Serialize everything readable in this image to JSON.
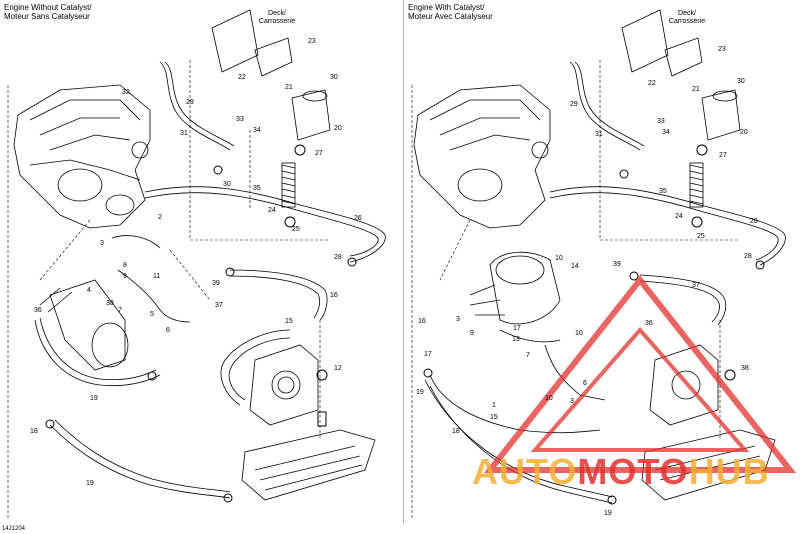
{
  "panels": [
    {
      "title": "Engine Without Catalyst/\nMoteur Sans Catalyseur"
    },
    {
      "title": "Engine With Catalyst/\nMoteur Avec Catalyseur"
    }
  ],
  "deck_label": "Deck/\nCarrosserie",
  "diagram_code": "14J1204",
  "watermark": {
    "part1": "AUTO",
    "part2": "MOTO",
    "part3": "HUB",
    "color1": "#f2b035",
    "color2": "#e2322e"
  },
  "left_callouts": [
    "23",
    "22",
    "21",
    "30",
    "29",
    "32",
    "31",
    "30",
    "33",
    "34",
    "20",
    "27",
    "35",
    "24",
    "25",
    "26",
    "28",
    "2",
    "3",
    "8",
    "9",
    "11",
    "4",
    "7",
    "5",
    "39",
    "37",
    "16",
    "36",
    "15",
    "6",
    "38",
    "12",
    "19",
    "18",
    "19"
  ],
  "right_callouts": [
    "23",
    "22",
    "21",
    "30",
    "29",
    "31",
    "33",
    "34",
    "20",
    "27",
    "35",
    "24",
    "25",
    "26",
    "28",
    "39",
    "37",
    "10",
    "14",
    "3",
    "17",
    "9",
    "13",
    "7",
    "36",
    "10",
    "16",
    "38",
    "17",
    "19",
    "1",
    "15",
    "18",
    "19",
    "6",
    "10",
    "3"
  ]
}
